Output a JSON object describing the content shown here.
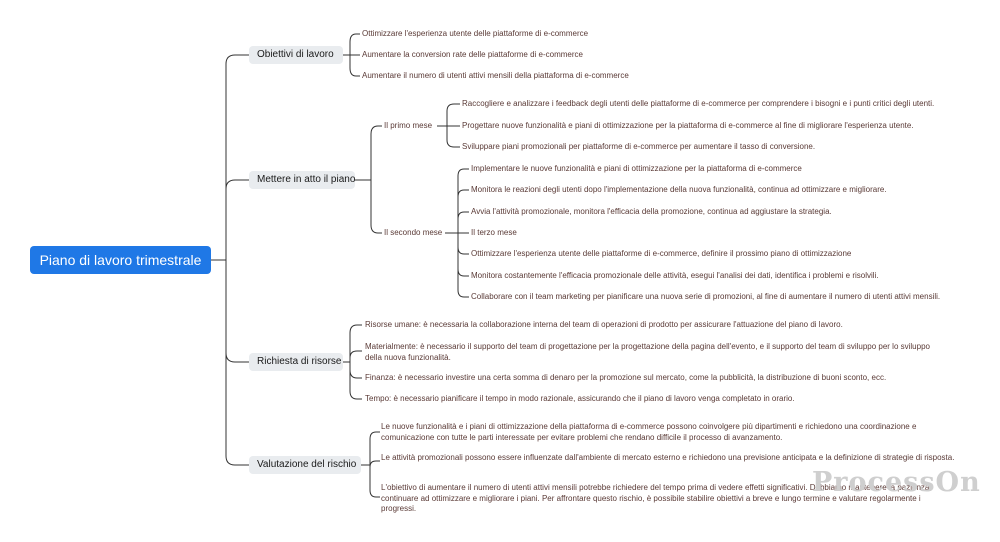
{
  "root": {
    "label": "Piano di lavoro trimestrale"
  },
  "topics": {
    "obiettivi": {
      "label": "Obiettivi di lavoro",
      "items": [
        "Ottimizzare l'esperienza utente delle piattaforme di e-commerce",
        "Aumentare la conversion rate delle piattaforme di e-commerce",
        "Aumentare il numero di utenti attivi mensili della piattaforma di e-commerce"
      ]
    },
    "mettere": {
      "label": "Mettere in atto il piano",
      "primo": {
        "label": "Il primo mese",
        "items": [
          "Raccogliere e analizzare i feedback degli utenti delle piattaforme di e-commerce per comprendere i bisogni e i punti critici degli utenti.",
          "Progettare nuove funzionalità e piani di ottimizzazione per la piattaforma di e-commerce al fine di migliorare l'esperienza utente.",
          "Sviluppare piani promozionali per piattaforme di e-commerce per aumentare il tasso di conversione."
        ]
      },
      "secondo": {
        "label": "Il secondo mese",
        "items": [
          "Implementare le nuove funzionalità e piani di ottimizzazione per la piattaforma di e-commerce",
          "Monitora le reazioni degli utenti dopo l'implementazione della nuova funzionalità, continua ad ottimizzare e migliorare.",
          "Avvia l'attività promozionale, monitora l'efficacia della promozione, continua ad aggiustare la strategia.",
          "Il terzo mese",
          "Ottimizzare l'esperienza utente delle piattaforme di e-commerce, definire il prossimo piano di ottimizzazione",
          "Monitora costantemente l'efficacia promozionale delle attività, esegui l'analisi dei dati, identifica i problemi e risolvili.",
          "Collaborare con il team marketing per pianificare una nuova serie di promozioni, al fine di aumentare il numero di utenti attivi mensili."
        ]
      }
    },
    "richiesta": {
      "label": "Richiesta di risorse",
      "items": [
        "Risorse umane: è necessaria la collaborazione interna del team di operazioni di prodotto per assicurare l'attuazione del piano di lavoro.",
        "Materialmente: è necessario il supporto del team di progettazione per la progettazione della pagina dell'evento, e il supporto del team di sviluppo per lo sviluppo della nuova funzionalità.",
        "Finanza: è necessario investire una certa somma di denaro per la promozione sul mercato, come la pubblicità, la distribuzione di buoni sconto, ecc.",
        "Tempo: è necessario pianificare il tempo in modo razionale, assicurando che il piano di lavoro venga completato in orario."
      ]
    },
    "valutazione": {
      "label": "Valutazione del rischio",
      "items": [
        "Le nuove funzionalità e i piani di ottimizzazione della piattaforma di e-commerce possono coinvolgere più dipartimenti e richiedono una coordinazione e comunicazione con tutte le parti interessate per evitare problemi che rendano difficile il processo di avanzamento.",
        "Le attività promozionali possono essere influenzate dall'ambiente di mercato esterno e richiedono una previsione anticipata e la definizione di strategie di risposta.",
        "L'obiettivo di aumentare il numero di utenti attivi mensili potrebbe richiedere del tempo prima di vedere effetti significativi. Dobbiamo mantenere la pazienza, continuare ad ottimizzare e migliorare i piani. Per affrontare questo rischio, è possibile stabilire obiettivi a breve e lungo termine e valutare regolarmente i progressi."
      ]
    }
  },
  "watermark": "ProcessOn",
  "colors": {
    "root_bg": "#1f78e6",
    "topic_bg": "#e9ecef",
    "line": "#333333",
    "leaf_text": "#5a3a36"
  }
}
